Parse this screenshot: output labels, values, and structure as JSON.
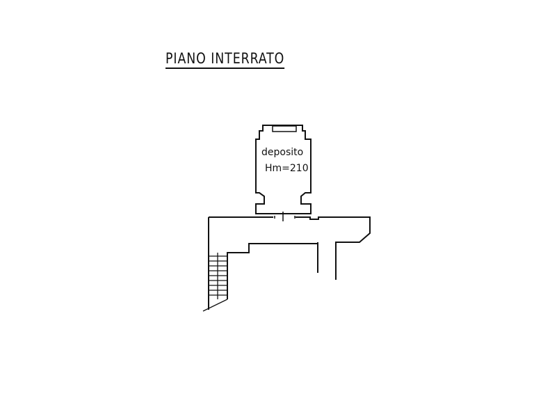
{
  "title": "PIANO INTERRATO",
  "rooms": [
    {
      "name": "deposito",
      "height_label": "Hm=210"
    }
  ]
}
